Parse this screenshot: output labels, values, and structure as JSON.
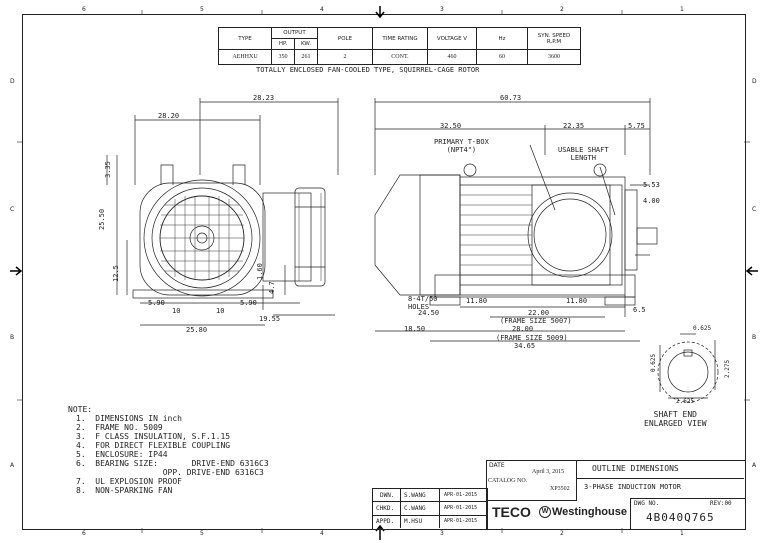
{
  "zones_top": [
    "6",
    "5",
    "4",
    "3",
    "2",
    "1"
  ],
  "zones_side": [
    "D",
    "C",
    "B",
    "A"
  ],
  "spec_table": {
    "headers": {
      "type": "TYPE",
      "output": "OUTPUT",
      "hp": "HP.",
      "kw": "KW.",
      "pole": "POLE",
      "time_rating": "TIME RATING",
      "voltage": "VOLTAGE V",
      "hz": "Hz",
      "syn_speed": "SYN. SPEED R.P.M"
    },
    "values": {
      "type": "AEHHXU",
      "hp": "350",
      "kw": "261",
      "pole": "2",
      "time_rating": "CONT.",
      "voltage": "460",
      "hz": "60",
      "syn_speed": "3600"
    }
  },
  "subtitle": "TOTALLY ENCLOSED FAN-COOLED TYPE, SQUIRREL-CAGE ROTOR",
  "dimensions": {
    "overall_left": "28.23",
    "overall_width_left": "28.20",
    "overall_right": "60.73",
    "d_32_50": "32.50",
    "d_22_35": "22.35",
    "d_5_75": "5.75",
    "d_5_53": "5.53",
    "d_4_00": "4.00",
    "d_6_5": "6.5",
    "d_25_50": "25.50",
    "d_12_5": "12.5",
    "d_3_35": "3.35",
    "d_1_60": "1.60",
    "d_4_7": "4.7",
    "d_5_90a": "5.90",
    "d_5_90b": "5.90",
    "d_10a": "10",
    "d_10b": "10",
    "d_19_55": "19.55",
    "d_25_80": "25.80",
    "d_11_80a": "11.80",
    "d_11_80b": "11.80",
    "d_24_50": "24.50",
    "d_22_00": "22.00",
    "d_28_00": "28.00",
    "d_18_50": "18.50",
    "d_34_65": "34.65",
    "holes": "8-4T/50\nHOLES",
    "frame_5007": "(FRAME SIZE 5007)",
    "frame_5009": "(FRAME SIZE 5009)",
    "primary_tbox": "PRIMARY T-BOX\n(NPT4\")",
    "usable_shaft": "USABLE SHAFT\nLENGTH",
    "shaft_625": "0.625",
    "shaft_2625": "2.625",
    "shaft_2275": "2.275",
    "shaft_view": "SHAFT END\nENLARGED VIEW"
  },
  "notes": {
    "title": "NOTE:",
    "items": [
      "1.  DIMENSIONS IN inch",
      "2.  FRAME NO. 5009",
      "3.  F CLASS INSULATION, S.F.1.15",
      "4.  FOR DIRECT FLEXIBLE COUPLING",
      "5.  ENCLOSURE: IP44",
      "6.  BEARING SIZE:       DRIVE-END 6316C3",
      "                  OPP. DRIVE-END 6316C3",
      "7.  UL EXPLOSION PROOF",
      "8.  NON-SPARKING FAN"
    ]
  },
  "title_block": {
    "date_label": "DATE",
    "date_value": "April 3, 2015",
    "catalog_label": "CATALOG NO.",
    "catalog_value": "XP3502",
    "title1": "OUTLINE DIMENSIONS",
    "title2": "3-PHASE INDUCTION MOTOR",
    "dwg_label": "DWG NO.",
    "rev_label": "REV:00",
    "dwg_no": "4B040Q765",
    "logo_teco": "TECO",
    "logo_wh": "Westinghouse",
    "rows": [
      {
        "role": "DWN.",
        "name": "S.WANG",
        "date": "APR-01-2015"
      },
      {
        "role": "CHKD.",
        "name": "C.WANG",
        "date": "APR-01-2015"
      },
      {
        "role": "APPD.",
        "name": "M.HSU",
        "date": "APR-01-2015"
      }
    ]
  }
}
